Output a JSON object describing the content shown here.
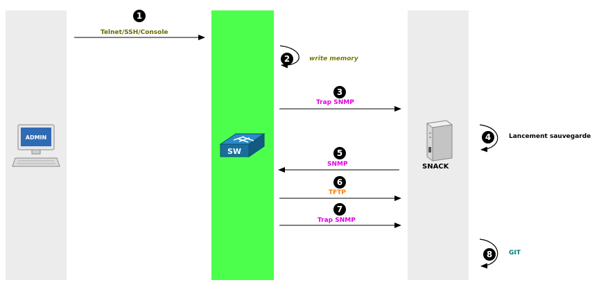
{
  "actors": {
    "admin_screen_label": "ADMIN",
    "switch_label": "SW",
    "server_label": "SNACK"
  },
  "steps": [
    {
      "number": "1",
      "label": "Telnet/SSH/Console",
      "color": "#6b6b00"
    },
    {
      "number": "2",
      "label": "write memory",
      "color": "#7a7a00"
    },
    {
      "number": "3",
      "label": "Trap SNMP",
      "color": "#e000e0"
    },
    {
      "number": "4",
      "label": "Lancement sauvegarde",
      "color": "#000000"
    },
    {
      "number": "5",
      "label": "SNMP",
      "color": "#e000e0"
    },
    {
      "number": "6",
      "label": "TFTP",
      "color": "#ff7a00"
    },
    {
      "number": "7",
      "label": "Trap SNMP",
      "color": "#e000e0"
    },
    {
      "number": "8",
      "label": "GIT",
      "color": "#007a7a"
    }
  ],
  "colors": {
    "switch_lane": "#4cff4c",
    "side_lanes": "#ececec",
    "switch_icon": "#1a6e9e"
  }
}
